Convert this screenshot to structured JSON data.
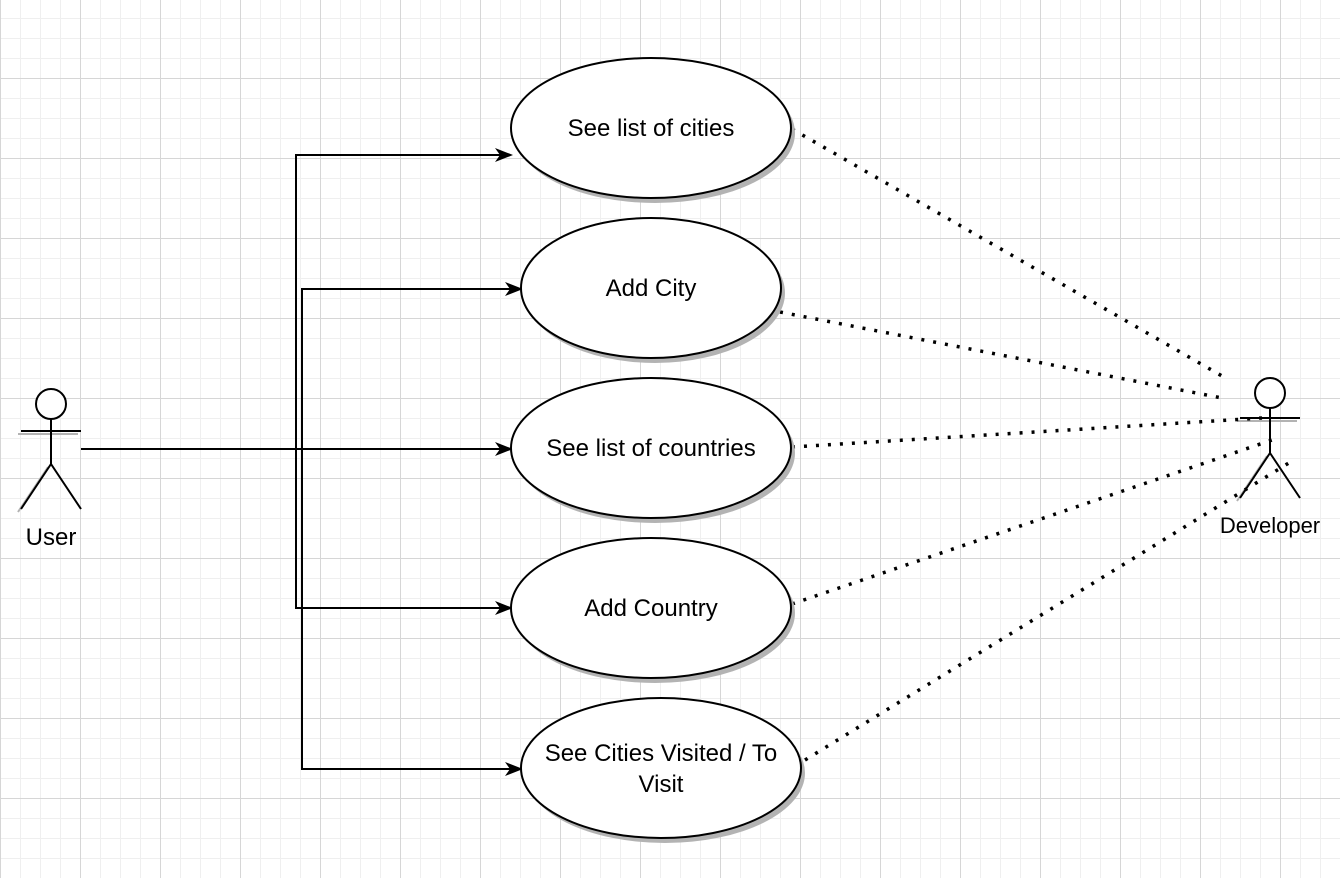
{
  "diagram": {
    "actors": {
      "user": {
        "label": "User"
      },
      "developer": {
        "label": "Developer"
      }
    },
    "use_cases": [
      {
        "id": "uc-see-cities",
        "lines": [
          "See list of cities"
        ]
      },
      {
        "id": "uc-add-city",
        "lines": [
          "Add City"
        ]
      },
      {
        "id": "uc-see-countries",
        "lines": [
          "See list of countries"
        ]
      },
      {
        "id": "uc-add-country",
        "lines": [
          "Add Country"
        ]
      },
      {
        "id": "uc-visited",
        "lines": [
          "See Cities Visited / To",
          "Visit"
        ]
      }
    ],
    "colors": {
      "stroke": "#000000",
      "fill": "#ffffff",
      "shadow": "#b3b3b3",
      "grid_major": "#d6d6d6",
      "grid_minor": "#efefef"
    }
  }
}
